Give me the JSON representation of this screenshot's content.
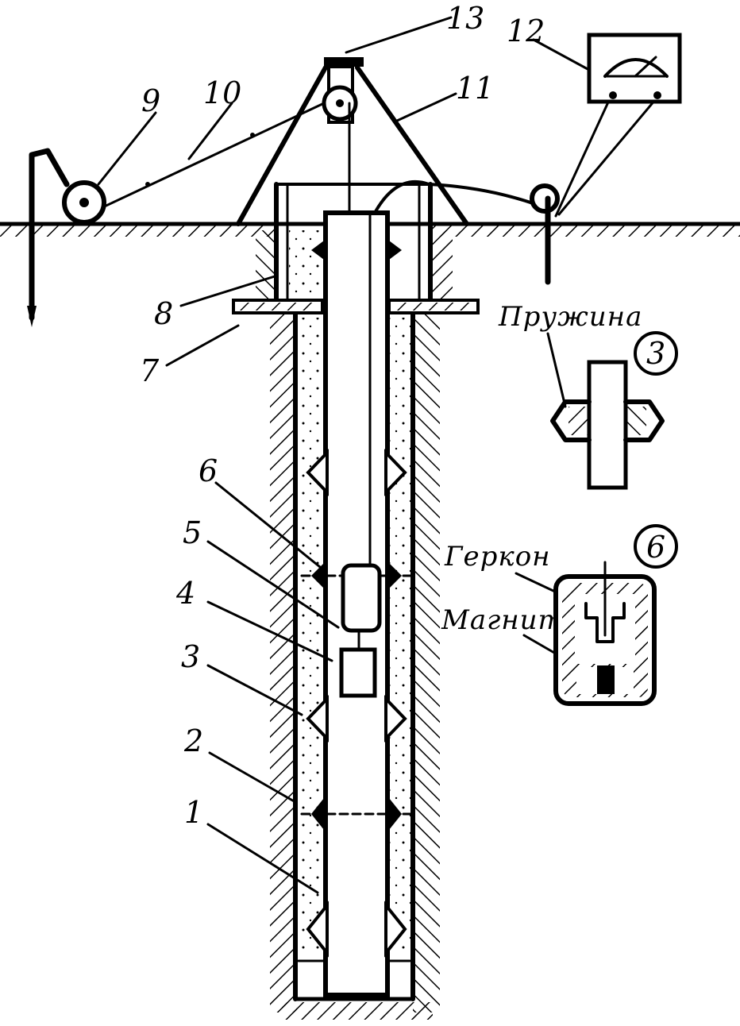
{
  "labels": {
    "n1": "1",
    "n2": "2",
    "n3": "3",
    "n4": "4",
    "n5": "5",
    "n6": "6",
    "n7": "7",
    "n8": "8",
    "n9": "9",
    "n10": "10",
    "n11": "11",
    "n12": "12",
    "n13": "13"
  },
  "insets": {
    "spring": {
      "number": "3",
      "caption": "Пружина"
    },
    "reed": {
      "number": "6",
      "caption_reed": "Геркон",
      "caption_magnet": "Магнит"
    }
  }
}
